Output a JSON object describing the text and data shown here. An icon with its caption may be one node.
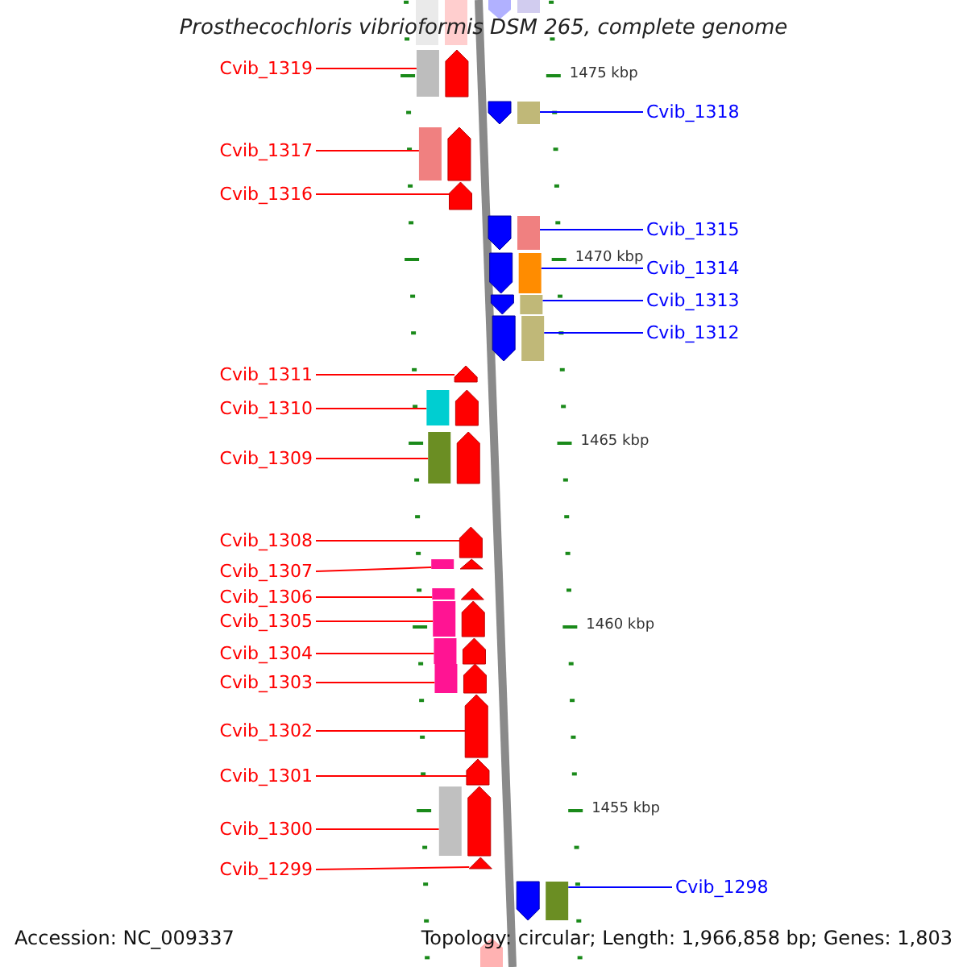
{
  "diagram": {
    "title": "Prosthecochloris vibrioformis DSM 265, complete genome",
    "nodes": [
      {
        "text": [
          "Cvib_1319"
        ]
      },
      {
        "text": [
          "Cvib_1318"
        ]
      },
      {
        "text": [
          "Cvib_1317"
        ]
      },
      {
        "text": [
          "Cvib_1316"
        ]
      },
      {
        "text": [
          "Cvib_1315"
        ]
      },
      {
        "text": [
          "Cvib_1314"
        ]
      },
      {
        "text": [
          "Cvib_1313"
        ]
      },
      {
        "text": [
          "Cvib_1312"
        ]
      },
      {
        "text": [
          "Cvib_1311"
        ]
      },
      {
        "text": [
          "Cvib_1310"
        ]
      },
      {
        "text": [
          "Cvib_1309"
        ]
      },
      {
        "text": [
          "Cvib_1308"
        ]
      },
      {
        "text": [
          "Cvib_1307"
        ]
      },
      {
        "text": [
          "Cvib_1306"
        ]
      },
      {
        "text": [
          "Cvib_1305"
        ]
      },
      {
        "text": [
          "Cvib_1304"
        ]
      },
      {
        "text": [
          "Cvib_1303"
        ]
      },
      {
        "text": [
          "Cvib_1302"
        ]
      },
      {
        "text": [
          "Cvib_1301"
        ]
      },
      {
        "text": [
          "Cvib_1300"
        ]
      },
      {
        "text": [
          "Cvib_1299"
        ]
      },
      {
        "text": [
          "Cvib_1298"
        ]
      },
      {
        "text": [],
        "shape": "arrow"
      },
      {
        "text": [],
        "shape": "arrow"
      },
      {
        "text": [],
        "shape": "arrow"
      },
      {
        "text": [],
        "shape": "arrow"
      },
      {
        "text": [],
        "shape": "arrow"
      },
      {
        "text": [],
        "shape": "arrow"
      },
      {
        "text": [],
        "shape": "arrow"
      },
      {
        "text": [],
        "shape": "arrow"
      },
      {
        "text": [],
        "shape": "arrow"
      },
      {
        "text": [],
        "shape": "arrow"
      },
      {
        "text": [],
        "shape": "arrow"
      },
      {
        "text": [],
        "shape": "arrow"
      },
      {
        "text": [],
        "shape": "arrow"
      },
      {
        "text": [],
        "shape": "arrow"
      },
      {
        "text": [],
        "shape": "arrow"
      },
      {
        "text": [],
        "shape": "arrow"
      },
      {
        "text": [],
        "shape": "arrow"
      },
      {
        "text": [],
        "shape": "arrow"
      },
      {
        "text": [],
        "shape": "arrow"
      },
      {
        "text": [],
        "shape": "arrow"
      },
      {
        "text": [],
        "shape": "arrow"
      },
      {
        "text": [],
        "shape": "arrow"
      }
    ],
    "edges": [
      {
        "from": 0,
        "to": 22,
        "arrow": "none"
      },
      {
        "from": 1,
        "to": 23,
        "arrow": "none",
        "color": "#0000ff"
      },
      {
        "from": 2,
        "to": 24,
        "arrow": "none"
      },
      {
        "from": 3,
        "to": 25,
        "arrow": "none"
      },
      {
        "from": 4,
        "to": 26,
        "arrow": "none",
        "color": "#0000ff"
      },
      {
        "from": 5,
        "to": 27,
        "arrow": "none",
        "color": "#0000ff"
      },
      {
        "from": 6,
        "to": 28,
        "arrow": "none",
        "color": "#0000ff"
      },
      {
        "from": 7,
        "to": 29,
        "arrow": "none",
        "color": "#0000ff"
      },
      {
        "from": 8,
        "to": 30,
        "arrow": "none"
      },
      {
        "from": 9,
        "to": 31,
        "arrow": "none"
      },
      {
        "from": 10,
        "to": 32,
        "arrow": "none"
      },
      {
        "from": 11,
        "to": 33,
        "arrow": "none"
      },
      {
        "from": 12,
        "to": 34,
        "arrow": "none"
      },
      {
        "from": 13,
        "to": 35,
        "arrow": "none"
      },
      {
        "from": 14,
        "to": 36,
        "arrow": "none"
      },
      {
        "from": 15,
        "to": 37,
        "arrow": "none"
      },
      {
        "from": 16,
        "to": 38,
        "arrow": "none"
      },
      {
        "from": 17,
        "to": 39,
        "arrow": "none"
      },
      {
        "from": 18,
        "to": 40,
        "arrow": "none"
      },
      {
        "from": 19,
        "to": 41,
        "arrow": "none"
      },
      {
        "from": 20,
        "to": 42,
        "arrow": "none"
      },
      {
        "from": 21,
        "to": 43,
        "arrow": "none",
        "color": "#0000ff"
      }
    ],
    "labels": [
      "1475 kbp",
      "1470 kbp",
      "1465 kbp",
      "1460 kbp",
      "1455 kbp",
      "Accession: NC_009337",
      "Topology: circular; Length: 1,966,858 bp; Genes: 1,803"
    ]
  }
}
